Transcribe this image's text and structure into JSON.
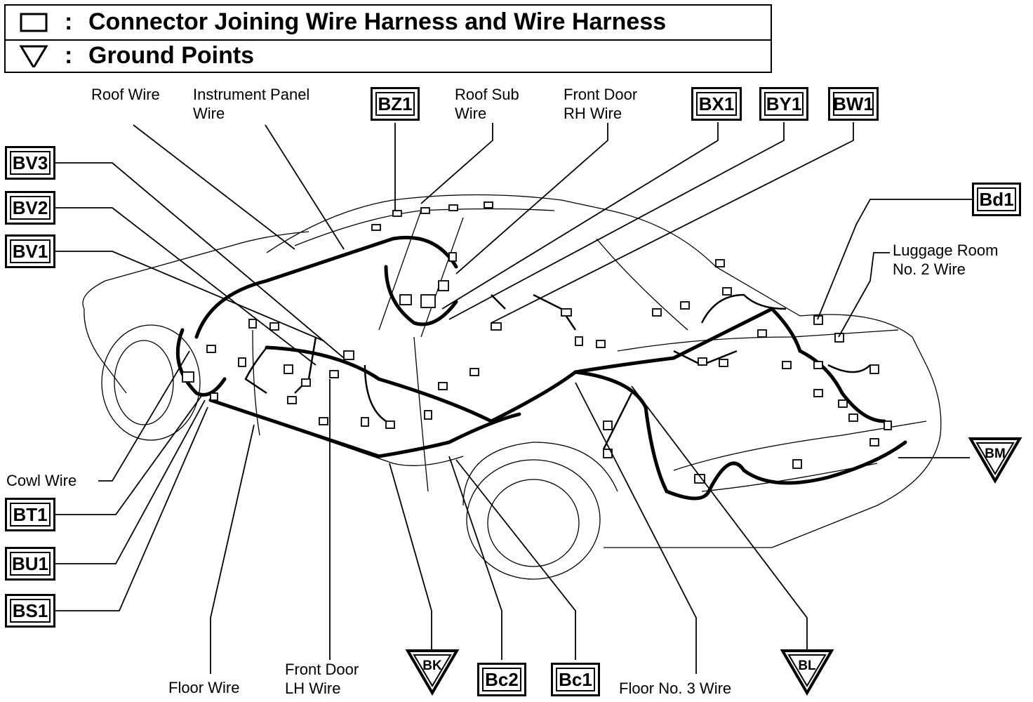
{
  "legend": {
    "connector_text": "Connector Joining Wire Harness and Wire Harness",
    "ground_text": "Ground Points",
    "colon": ":"
  },
  "wire_labels": {
    "roof_wire": "Roof Wire",
    "instrument_panel_wire_1": "Instrument Panel",
    "instrument_panel_wire_2": "Wire",
    "roof_sub_wire_1": "Roof Sub",
    "roof_sub_wire_2": "Wire",
    "front_door_rh_1": "Front Door",
    "front_door_rh_2": "RH Wire",
    "luggage_room_1": "Luggage Room",
    "luggage_room_2": "No. 2 Wire",
    "cowl_wire": "Cowl Wire",
    "floor_wire": "Floor Wire",
    "front_door_lh_1": "Front Door",
    "front_door_lh_2": "LH Wire",
    "floor_no3_wire": "Floor No. 3 Wire"
  },
  "connectors": {
    "bz1": "BZ1",
    "bx1": "BX1",
    "by1": "BY1",
    "bw1": "BW1",
    "bv3": "BV3",
    "bv2": "BV2",
    "bv1": "BV1",
    "bd1": "Bd1",
    "bt1": "BT1",
    "bu1": "BU1",
    "bs1": "BS1",
    "bc2": "Bc2",
    "bc1": "Bc1"
  },
  "grounds": {
    "bm": "BM",
    "bk": "BK",
    "bl": "BL"
  }
}
